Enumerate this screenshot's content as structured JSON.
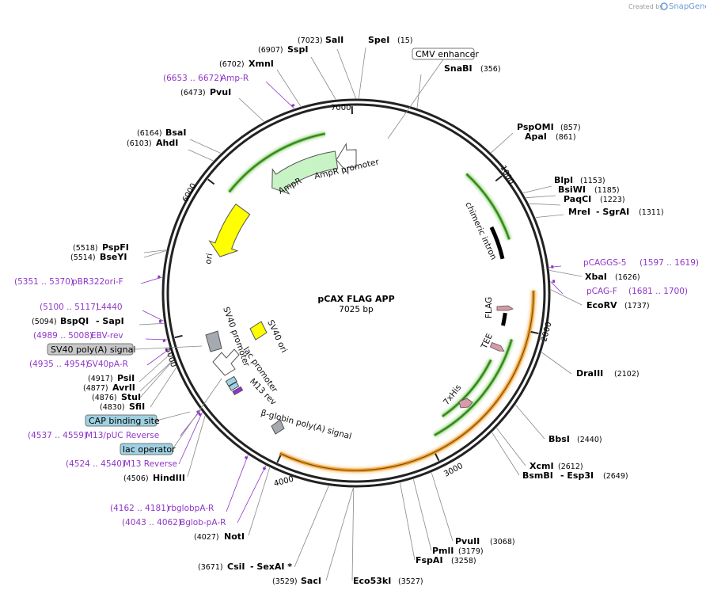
{
  "credit": {
    "created_by": "Created by",
    "brand": "SnapGene"
  },
  "map": {
    "name": "pCAX FLAG APP",
    "length_label": "7025 bp",
    "length": 7025
  },
  "colors": {
    "green_feature": "#c8f3c4",
    "green_glow": "#5fba3f",
    "orange_glow": "#f0a63a",
    "primer": "#8f37c8",
    "grey_feature": "#a5aab0",
    "yellow_feature": "#ffff00",
    "boxed_blue": "#9fd1e3",
    "boxed_grey": "#c8c8c8"
  },
  "ticks": [
    "1000",
    "2000",
    "3000",
    "4000",
    "5000",
    "6000",
    "7000"
  ],
  "sites": [
    {
      "name": "SalI",
      "pos": "(7023)"
    },
    {
      "name": "SpeI",
      "pos": "(15)"
    },
    {
      "name": "SspI",
      "pos": "(6907)"
    },
    {
      "name": "XmnI",
      "pos": "(6702)"
    },
    {
      "name": "PvuI",
      "pos": "(6473)"
    },
    {
      "name": "SnaBI",
      "pos": "(356)"
    },
    {
      "name": "PspOMI",
      "pos": "(857)"
    },
    {
      "name": "ApaI",
      "pos": "(861)"
    },
    {
      "name": "BsaI",
      "pos": "(6164)"
    },
    {
      "name": "AhdI",
      "pos": "(6103)"
    },
    {
      "name": "BlpI",
      "pos": "(1153)"
    },
    {
      "name": "BsiWI",
      "pos": "(1185)"
    },
    {
      "name": "PaqCI",
      "pos": "(1223)"
    },
    {
      "name": "MreI",
      "pos": "",
      "extra": "- SgrAI",
      "extra_pos": "(1311)"
    },
    {
      "name": "PspFI",
      "pos": "(5518)"
    },
    {
      "name": "BseYI",
      "pos": "(5514)"
    },
    {
      "name": "XbaI",
      "pos": "(1626)"
    },
    {
      "name": "EcoRV",
      "pos": "(1737)"
    },
    {
      "name": "BspQI",
      "pos": "(5094)",
      "extra": "- SapI"
    },
    {
      "name": "DraIII",
      "pos": "(2102)"
    },
    {
      "name": "PsiI",
      "pos": "(4917)"
    },
    {
      "name": "AvrII",
      "pos": "(4877)"
    },
    {
      "name": "StuI",
      "pos": "(4876)"
    },
    {
      "name": "SfiI",
      "pos": "(4830)"
    },
    {
      "name": "BbsI",
      "pos": "(2440)"
    },
    {
      "name": "XcmI",
      "pos": "(2612)"
    },
    {
      "name": "BsmBI",
      "pos": "",
      "extra": "- Esp3I",
      "extra_pos": "(2649)"
    },
    {
      "name": "HindIII",
      "pos": "(4506)"
    },
    {
      "name": "PvuII",
      "pos": "(3068)"
    },
    {
      "name": "PmlI",
      "pos": "(3179)"
    },
    {
      "name": "FspAI",
      "pos": "(3258)"
    },
    {
      "name": "NotI",
      "pos": "(4027)"
    },
    {
      "name": "CsiI",
      "pos": "(3671)",
      "extra": "- SexAI *"
    },
    {
      "name": "SacI",
      "pos": "(3529)"
    },
    {
      "name": "Eco53kI",
      "pos": "(3527)"
    }
  ],
  "primers": [
    {
      "range": "(6653 .. 6672)",
      "name": "Amp-R"
    },
    {
      "range": "(1597 .. 1619)",
      "name": "pCAGGS-5"
    },
    {
      "range": "(1681 .. 1700)",
      "name": "pCAG-F"
    },
    {
      "range": "(5351 .. 5370)",
      "name": "pBR322ori-F"
    },
    {
      "range": "(5100 .. 5117)",
      "name": "L4440"
    },
    {
      "range": "(4989 .. 5008)",
      "name": "EBV-rev"
    },
    {
      "range": "(4935 .. 4954)",
      "name": "SV40pA-R"
    },
    {
      "range": "(4537 .. 4559)",
      "name": "M13/pUC Reverse"
    },
    {
      "range": "(4524 .. 4540)",
      "name": "M13 Reverse"
    },
    {
      "range": "(4162 .. 4181)",
      "name": "rbglobpA-R"
    },
    {
      "range": "(4043 .. 4062)",
      "name": "Bglob-pA-R"
    }
  ],
  "boxed": {
    "cmv": "CMV enhancer",
    "sv40pa": "SV40 poly(A) signal",
    "cap": "CAP binding site",
    "lacop": "lac operator"
  },
  "features": {
    "ampr_promoter": "AmpR promoter",
    "ampr": "AmpR",
    "ori": "ori",
    "chimeric_intron": "chimeric intron",
    "flag": "FLAG",
    "tee": "TEE",
    "his": "7xHis",
    "sv40_promoter": "SV40 promoter",
    "sv40_ori": "SV40 ori",
    "lac_promoter": "lac promoter",
    "m13_rev": "M13 rev",
    "bglobin": "β-globin poly(A) signal"
  }
}
